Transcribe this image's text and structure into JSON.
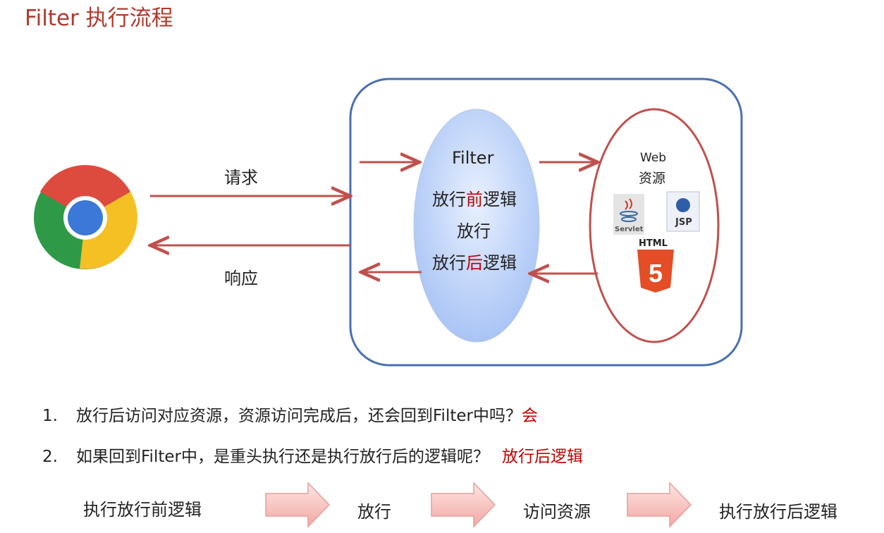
{
  "title": "Filter 执行流程",
  "diagram": {
    "request": "请求",
    "response": "响应",
    "filter": {
      "title": "Filter",
      "line1_a": "放行",
      "line1_red": "前",
      "line1_b": "逻辑",
      "line2": "放行",
      "line3_a": "放行",
      "line3_red": "后",
      "line3_b": "逻辑"
    },
    "web": {
      "title": "Web",
      "subtitle": "资源",
      "servlet": "Servlet",
      "jsp": "JSP",
      "html": "HTML",
      "html5": "5"
    }
  },
  "questions": [
    {
      "num": "1.",
      "text": "放行后访问对应资源，资源访问完成后，还会回到Filter中吗？",
      "answer": "会"
    },
    {
      "num": "2.",
      "text": "如果回到Filter中，是重头执行还是执行放行后的逻辑呢？",
      "answer": "放行后逻辑"
    }
  ],
  "flow": [
    "执行放行前逻辑",
    "放行",
    "访问资源",
    "执行放行后逻辑"
  ],
  "colors": {
    "title": "#b03a2e",
    "arrow": "#c0504d",
    "box": "#4a6fb0",
    "answer": "#c00000"
  }
}
